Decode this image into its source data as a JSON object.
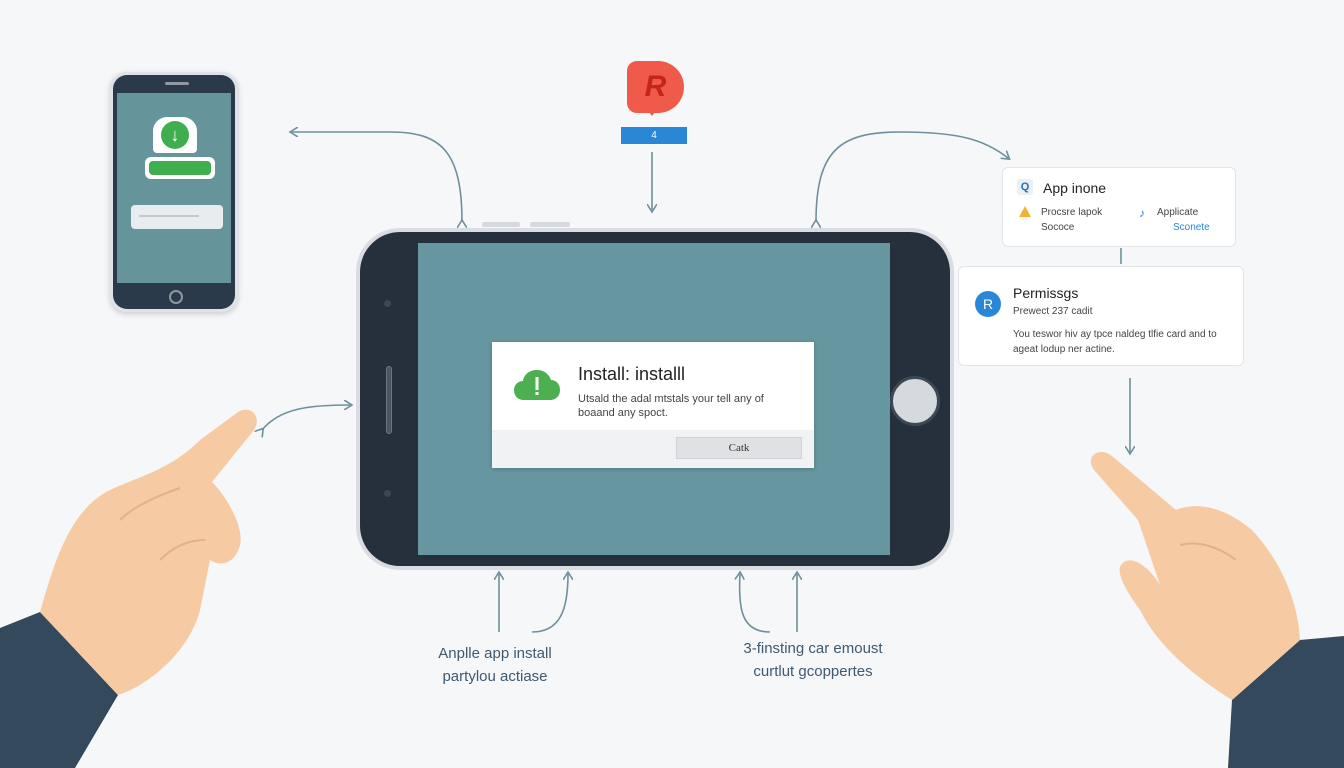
{
  "small_phone": {
    "download_icon_name": "download-arrow-icon"
  },
  "top_badge": {
    "letter": "R",
    "strip_text": "4",
    "color": "#ef5a4a",
    "strip_color": "#2a87d6"
  },
  "dialog": {
    "title": "Install: installl",
    "message": "Utsald the adal mtstals your tell any of boaand any spoct.",
    "button": "Catk"
  },
  "app_card": {
    "title": "App inone",
    "warning_line1": "Procsre lapok",
    "warning_line2": "Sococe",
    "applicate": "Applicate",
    "link": "Sconete"
  },
  "permissions_card": {
    "avatar_letter": "R",
    "title": "Permissgs",
    "subtitle": "Prewect 237 cadit",
    "text": "You teswor hiv ay tpce naldeg tlfie card and to ageat lodup ner actine."
  },
  "captions": {
    "left_line1": "Anplle app install",
    "left_line2": "partylou actiase",
    "right_line1": "3-finsting car emoust",
    "right_line2": "curtlut gcoppertes"
  },
  "colors": {
    "screen": "#66969f",
    "accent_green": "#3fae4f",
    "arrow": "#6f8f9c",
    "sleeve": "#34495c",
    "skin": "#f6cba3"
  }
}
